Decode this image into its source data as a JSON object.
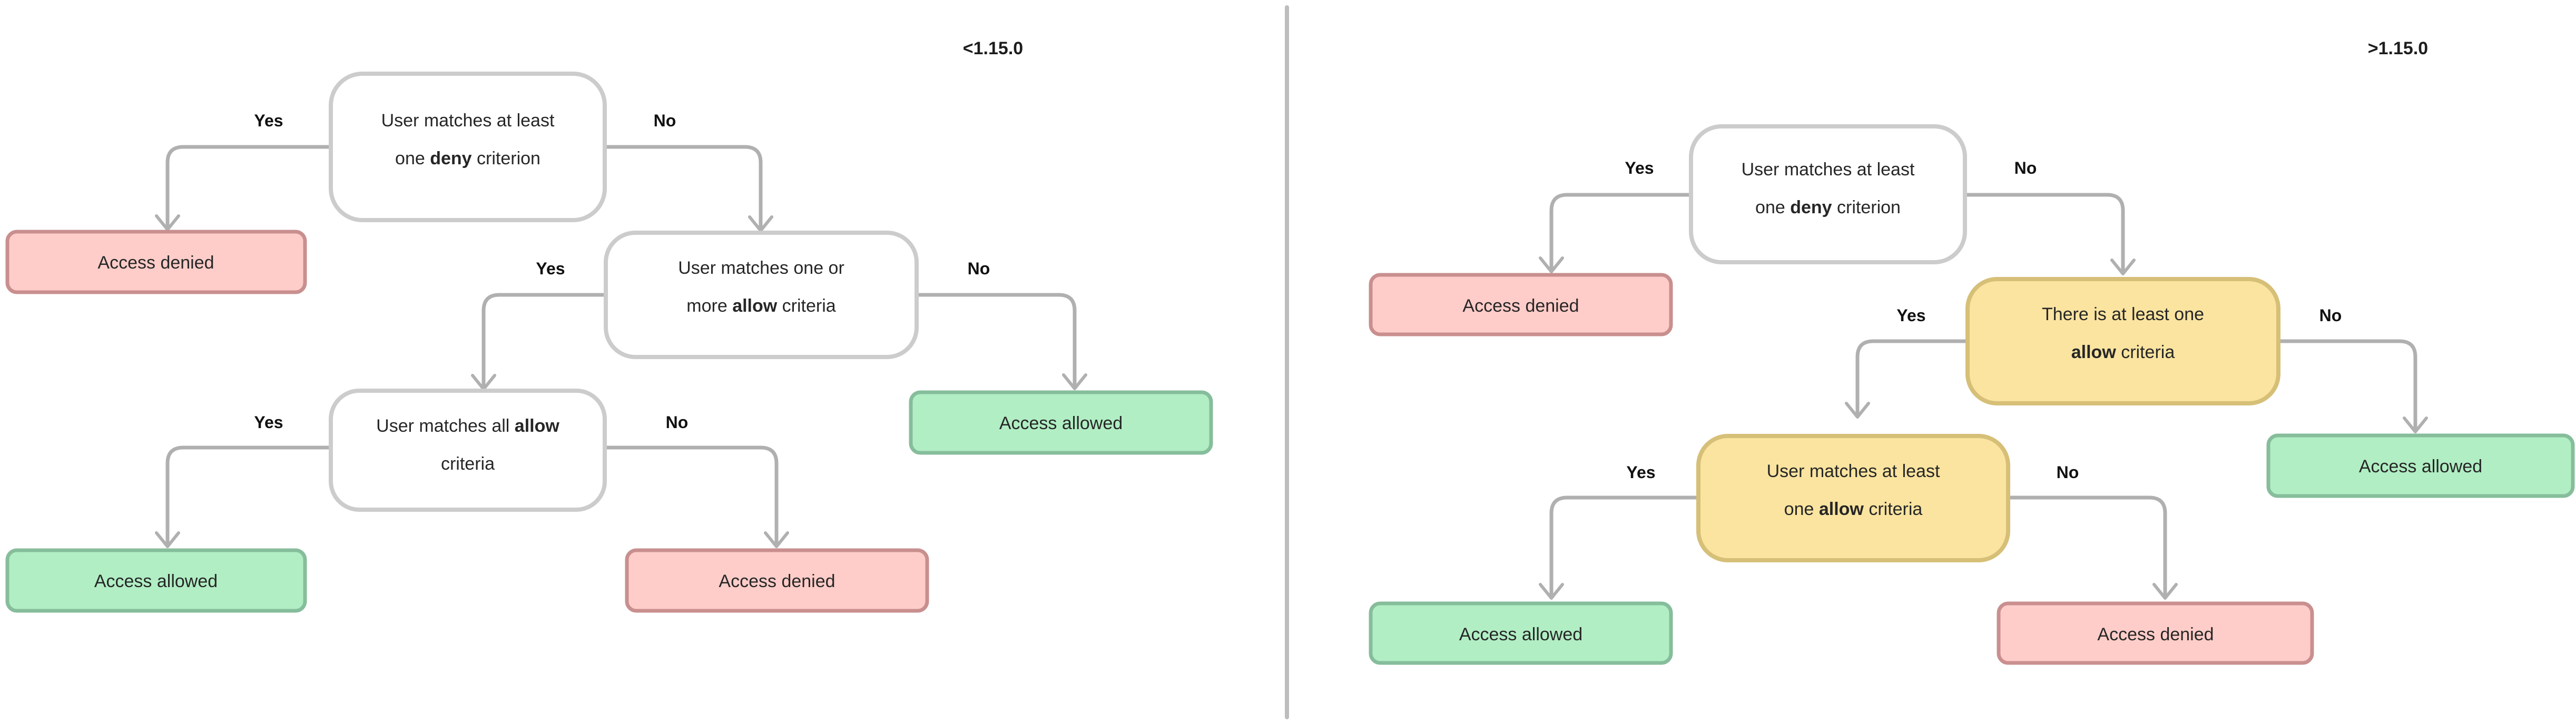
{
  "panels": [
    {
      "id": "legacy",
      "title": "<1.15.0",
      "nodes": [
        {
          "id": "L1",
          "type": "decision",
          "style": "white",
          "lines": [
            {
              "parts": [
                {
                  "t": "User matches at least",
                  "bold": false
                }
              ]
            },
            {
              "parts": [
                {
                  "t": "one ",
                  "bold": false
                },
                {
                  "t": "deny",
                  "bold": true
                },
                {
                  "t": " criterion",
                  "bold": false
                }
              ]
            }
          ]
        },
        {
          "id": "L2",
          "type": "terminator",
          "style": "red",
          "label": "Access denied"
        },
        {
          "id": "L3",
          "type": "decision",
          "style": "white",
          "lines": [
            {
              "parts": [
                {
                  "t": "User matches one or",
                  "bold": false
                }
              ]
            },
            {
              "parts": [
                {
                  "t": "more ",
                  "bold": false
                },
                {
                  "t": "allow",
                  "bold": true
                },
                {
                  "t": " criteria",
                  "bold": false
                }
              ]
            }
          ]
        },
        {
          "id": "L4",
          "type": "terminator",
          "style": "green",
          "label": "Access allowed"
        },
        {
          "id": "L5",
          "type": "decision",
          "style": "white",
          "lines": [
            {
              "parts": [
                {
                  "t": "User matches all ",
                  "bold": false
                },
                {
                  "t": "allow",
                  "bold": true
                }
              ]
            },
            {
              "parts": [
                {
                  "t": "criteria",
                  "bold": false
                }
              ]
            }
          ]
        },
        {
          "id": "L6",
          "type": "terminator",
          "style": "green",
          "label": "Access allowed"
        },
        {
          "id": "L7",
          "type": "terminator",
          "style": "red",
          "label": "Access denied"
        }
      ],
      "edges": [
        {
          "from": "L1",
          "to": "L2",
          "label": "Yes"
        },
        {
          "from": "L1",
          "to": "L3",
          "label": "No"
        },
        {
          "from": "L3",
          "to": "L5",
          "label": "Yes"
        },
        {
          "from": "L3",
          "to": "L4",
          "label": "No"
        },
        {
          "from": "L5",
          "to": "L6",
          "label": "Yes"
        },
        {
          "from": "L5",
          "to": "L7",
          "label": "No"
        }
      ]
    },
    {
      "id": "current",
      "title": ">1.15.0",
      "nodes": [
        {
          "id": "R1",
          "type": "decision",
          "style": "white",
          "lines": [
            {
              "parts": [
                {
                  "t": "User matches at least",
                  "bold": false
                }
              ]
            },
            {
              "parts": [
                {
                  "t": "one ",
                  "bold": false
                },
                {
                  "t": "deny",
                  "bold": true
                },
                {
                  "t": " criterion",
                  "bold": false
                }
              ]
            }
          ]
        },
        {
          "id": "R2",
          "type": "terminator",
          "style": "red",
          "label": "Access denied"
        },
        {
          "id": "R3",
          "type": "decision",
          "style": "yellow",
          "lines": [
            {
              "parts": [
                {
                  "t": "There is at least one",
                  "bold": false
                }
              ]
            },
            {
              "parts": [
                {
                  "t": "allow",
                  "bold": true
                },
                {
                  "t": " criteria",
                  "bold": false
                }
              ]
            }
          ]
        },
        {
          "id": "R4",
          "type": "terminator",
          "style": "green",
          "label": "Access allowed"
        },
        {
          "id": "R5",
          "type": "decision",
          "style": "yellow",
          "lines": [
            {
              "parts": [
                {
                  "t": "User matches at least",
                  "bold": false
                }
              ]
            },
            {
              "parts": [
                {
                  "t": "one ",
                  "bold": false
                },
                {
                  "t": "allow",
                  "bold": true
                },
                {
                  "t": " criteria",
                  "bold": false
                }
              ]
            }
          ]
        },
        {
          "id": "R6",
          "type": "terminator",
          "style": "green",
          "label": "Access allowed"
        },
        {
          "id": "R7",
          "type": "terminator",
          "style": "red",
          "label": "Access denied"
        }
      ],
      "edges": [
        {
          "from": "R1",
          "to": "R2",
          "label": "Yes"
        },
        {
          "from": "R1",
          "to": "R3",
          "label": "No"
        },
        {
          "from": "R3",
          "to": "R5",
          "label": "Yes"
        },
        {
          "from": "R3",
          "to": "R4",
          "label": "No"
        },
        {
          "from": "R5",
          "to": "R6",
          "label": "Yes"
        },
        {
          "from": "R5",
          "to": "R7",
          "label": "No"
        }
      ]
    }
  ],
  "labels": {
    "yes": "Yes",
    "no": "No",
    "access_denied": "Access denied",
    "access_allowed": "Access allowed"
  },
  "colors": {
    "denied_fill": "#ffcdc9",
    "denied_stroke": "#c98f8f",
    "allowed_fill": "#b1eec4",
    "allowed_stroke": "#86bd9b",
    "highlight_fill": "#fae4a0",
    "highlight_stroke": "#d6bf77",
    "neutral_fill": "#ffffff",
    "neutral_stroke": "#cccccc",
    "connector": "#b0b0b0",
    "divider": "#bdbdbd",
    "text": "#262626"
  }
}
